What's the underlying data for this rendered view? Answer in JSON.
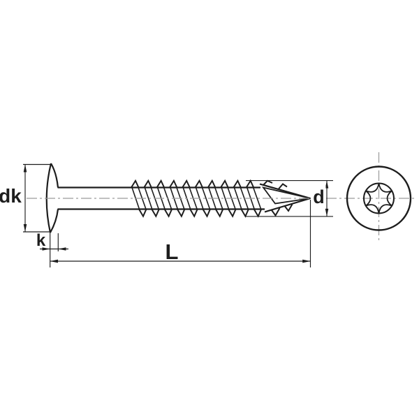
{
  "drawing": {
    "background_color": "#ffffff",
    "line_color": "#1d1d1d",
    "centerline_color": "#9a9a9a",
    "dimensions": {
      "head_diameter_label": "dk",
      "head_height_label": "k",
      "total_length_label": "L",
      "thread_diameter_label": "d"
    }
  }
}
